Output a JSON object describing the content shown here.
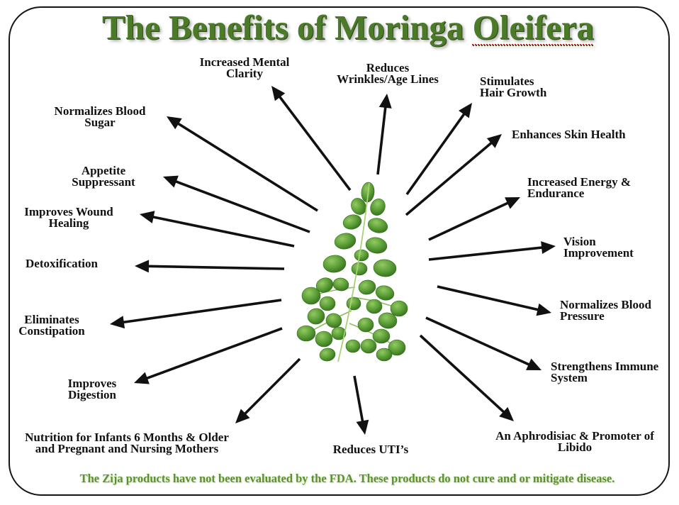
{
  "title": [
    "The Benefits of Moringa",
    "Oleifera"
  ],
  "benefits": [
    {
      "lines": [
        "Increased Mental",
        "Clarity"
      ]
    },
    {
      "lines": [
        "Reduces",
        "Wrinkles/Age Lines"
      ]
    },
    {
      "lines": [
        "Stimulates",
        "Hair Growth"
      ]
    },
    {
      "lines": [
        "Enhances Skin Health"
      ]
    },
    {
      "lines": [
        "Increased Energy &",
        "Endurance"
      ]
    },
    {
      "lines": [
        "Vision",
        "Improvement"
      ]
    },
    {
      "lines": [
        "Normalizes Blood",
        "Pressure"
      ]
    },
    {
      "lines": [
        "Strengthens Immune",
        "System"
      ]
    },
    {
      "lines": [
        "An Aphrodisiac & Promoter of",
        "Libido"
      ]
    },
    {
      "lines": [
        "Reduces UTI’s"
      ]
    },
    {
      "lines": [
        "Nutrition for Infants 6 Months & Older",
        "and Pregnant and Nursing Mothers"
      ]
    },
    {
      "lines": [
        "Improves",
        "Digestion"
      ]
    },
    {
      "lines": [
        "Eliminates",
        "Constipation"
      ]
    },
    {
      "lines": [
        "Detoxification"
      ]
    },
    {
      "lines": [
        "Improves Wound",
        "Healing"
      ]
    },
    {
      "lines": [
        "Appetite",
        "Suppressant"
      ]
    },
    {
      "lines": [
        "Normalizes Blood",
        "Sugar"
      ]
    }
  ],
  "disclaimer": "The Zija products have not been evaluated by the FDA. These products do not cure and or mitigate disease.",
  "colors": {
    "title": "#4b7a28",
    "disclaimer": "#5e8f30",
    "arrow": "#111111",
    "frame": "#151515",
    "leaf": "#4f8f2d",
    "spellcheck_underline": "#d22222"
  },
  "icons": {
    "center_image": "moringa-leaf"
  }
}
